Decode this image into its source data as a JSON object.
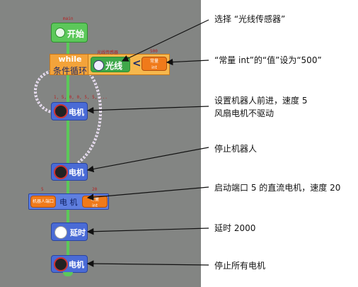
{
  "blocks": {
    "start": {
      "top_label": "main",
      "label": "开始"
    },
    "while": {
      "line1": "while",
      "line2": "条件循环",
      "op": "<"
    },
    "light_sensor": {
      "caption": "光线传感器",
      "label": "光线"
    },
    "const": {
      "value_label": "500",
      "slot_top": "常量",
      "slot_bottom": "int"
    },
    "fan_motor": {
      "caption": "1, 5, 0, 0, 5, 5, ...",
      "label": "电机"
    },
    "stop_robot": {
      "label": "电机"
    },
    "dc_motor": {
      "port_label": "5",
      "speed_label": "20",
      "port_slot": "机器人端口",
      "label": "电 机",
      "speed_slot_top": "常量",
      "speed_slot_bottom": "int"
    },
    "delay": {
      "label": "延时"
    },
    "stop_all": {
      "label": "电机"
    }
  },
  "annotations": [
    {
      "id": "sensor",
      "lines": [
        "选择 “光线传感器”"
      ]
    },
    {
      "id": "const",
      "lines": [
        "“常量 int”的“值”设为“500”"
      ]
    },
    {
      "id": "fan",
      "lines": [
        "设置机器人前进，速度 5",
        "风扇电机不驱动"
      ]
    },
    {
      "id": "stop_robot",
      "lines": [
        "停止机器人"
      ]
    },
    {
      "id": "dc",
      "lines": [
        "启动端口 5 的直流电机，速度 20"
      ]
    },
    {
      "id": "delay",
      "lines": [
        "延时 2000"
      ]
    },
    {
      "id": "stop_all",
      "lines": [
        "停止所有电机"
      ]
    }
  ],
  "colors": {
    "canvas": "#838583",
    "start": "#5cc85a",
    "loop": "#f3a33a",
    "motor": "#4a6bd6",
    "slot": "#f07a1a"
  }
}
